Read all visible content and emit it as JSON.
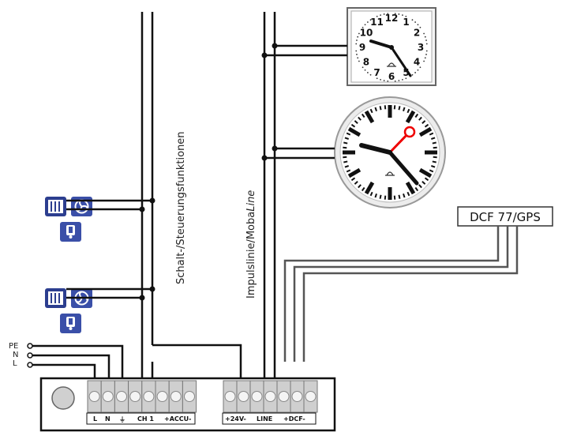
{
  "labels": {
    "control_functions": "Schalt-/Steuerungsfunktionen",
    "impulse_line": "Impulslinie/Moba",
    "impulse_line_italic": "Line",
    "dcf_box": "DCF 77/GPS",
    "pe": "PE",
    "n": "N",
    "l": "L"
  },
  "clock1": {
    "numbers": [
      "12",
      "1",
      "2",
      "3",
      "4",
      "5",
      "6",
      "7",
      "8",
      "9",
      "10",
      "11"
    ]
  },
  "terminals": {
    "group1": [
      "L",
      "N",
      "⏚",
      "CH 1",
      "+ACCU-"
    ],
    "group2": [
      "+24V-",
      "LINE",
      "+DCF-"
    ]
  },
  "icons": [
    "heater-icon",
    "fan-icon",
    "temperature-icon"
  ]
}
